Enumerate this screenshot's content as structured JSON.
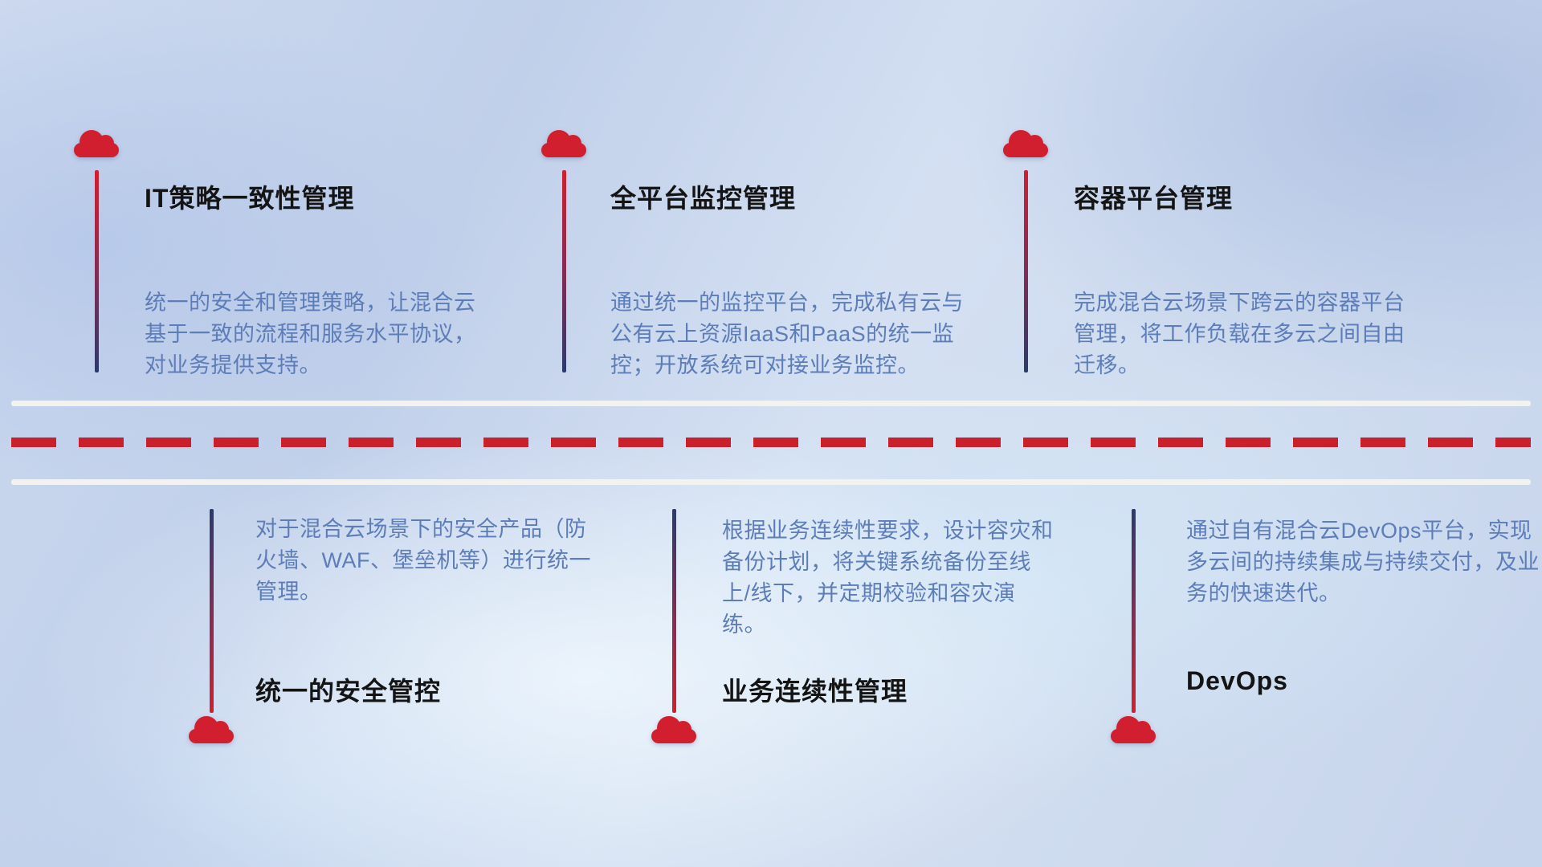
{
  "diagram": {
    "top_items": [
      {
        "title": "IT策略一致性管理",
        "description": "统一的安全和管理策略，让混合云基于一致的流程和服务水平协议，对业务提供支持。"
      },
      {
        "title": "全平台监控管理",
        "description": "通过统一的监控平台，完成私有云与公有云上资源IaaS和PaaS的统一监控；开放系统可对接业务监控。"
      },
      {
        "title": "容器平台管理",
        "description": "完成混合云场景下跨云的容器平台管理，将工作负载在多云之间自由迁移。"
      }
    ],
    "bottom_items": [
      {
        "title": "统一的安全管控",
        "description": "对于混合云场景下的安全产品（防火墙、WAF、堡垒机等）进行统一管理。"
      },
      {
        "title": "业务连续性管理",
        "description": "根据业务连续性要求，设计容灾和备份计划，将关键系统备份至线上/线下，并定期校验和容灾演练。"
      },
      {
        "title": "DevOps",
        "description": "通过自有混合云DevOps平台，实现多云间的持续集成与持续交付，及业务的快速迭代。"
      }
    ],
    "colors": {
      "cloud_red": "#d11f2f",
      "line_navy": "#2b3a6d",
      "dash_red": "#c9202b",
      "road_white": "#f4f2ed",
      "title_color": "#141414",
      "desc_color": "#5d7db8"
    }
  }
}
